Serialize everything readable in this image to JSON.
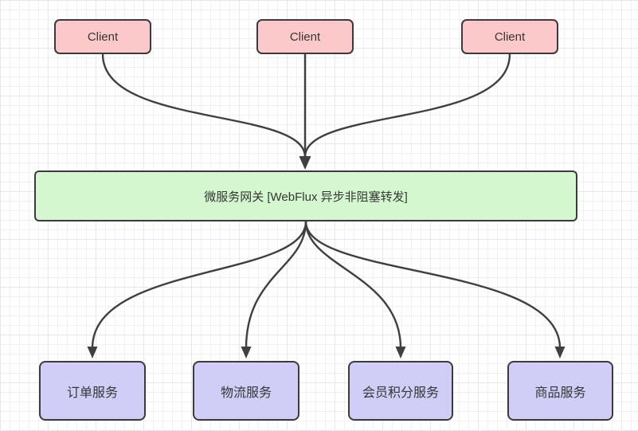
{
  "diagram": {
    "nodes": {
      "clients": [
        {
          "label": "Client"
        },
        {
          "label": "Client"
        },
        {
          "label": "Client"
        }
      ],
      "gateway": {
        "label": "微服务网关 [WebFlux 异步非阻塞转发]"
      },
      "services": [
        {
          "label": "订单服务"
        },
        {
          "label": "物流服务"
        },
        {
          "label": "会员积分服务"
        },
        {
          "label": "商品服务"
        }
      ]
    },
    "colors": {
      "client_fill": "#fbc9c9",
      "gateway_fill": "#d4f7cf",
      "service_fill": "#d0cdf6",
      "node_border": "#3b3b3b",
      "arrow": "#3f3f3f",
      "text": "#363636",
      "grid_minor": "#f1f1f1",
      "grid_major": "#e7e7e7",
      "canvas": "#ffffff"
    }
  }
}
